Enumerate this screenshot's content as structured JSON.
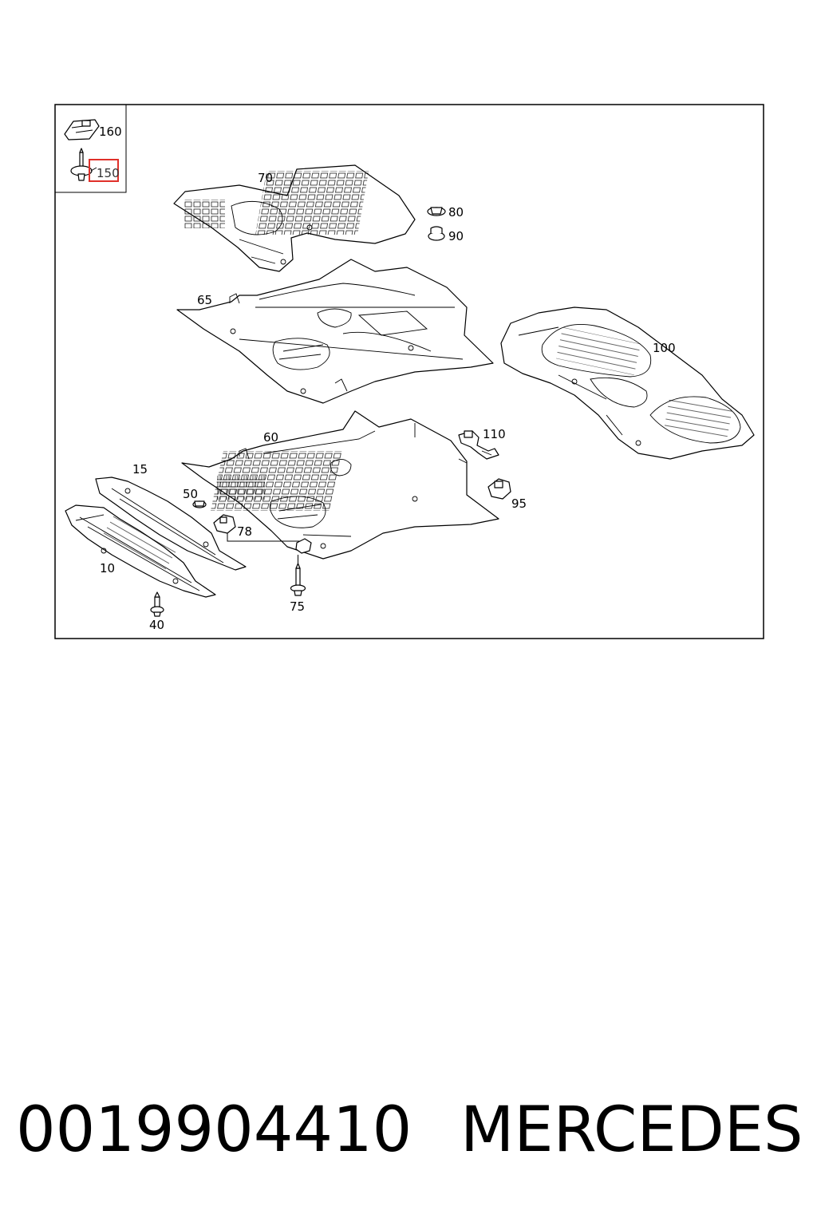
{
  "callouts": {
    "c160": "160",
    "c150": "150",
    "c70": "70",
    "c80": "80",
    "c90": "90",
    "c65": "65",
    "c100": "100",
    "c60": "60",
    "c110": "110",
    "c15": "15",
    "c50": "50",
    "c95": "95",
    "c78": "78",
    "c10": "10",
    "c75": "75",
    "c40": "40"
  },
  "caption": {
    "part_number": "0019904410",
    "brand": "MERCEDES"
  },
  "colors": {
    "highlight": "#e0302a",
    "line": "#000000",
    "background": "#ffffff"
  }
}
